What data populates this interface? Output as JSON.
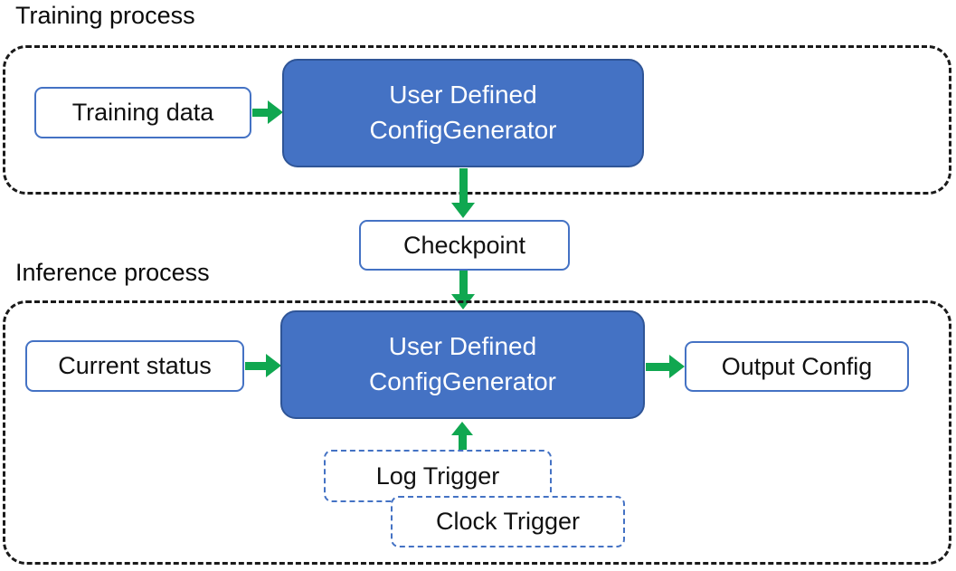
{
  "diagram": {
    "training": {
      "label": "Training process",
      "nodes": {
        "training_data": "Training data",
        "generator": {
          "line1": "User Defined",
          "line2": "ConfigGenerator"
        }
      }
    },
    "checkpoint": "Checkpoint",
    "inference": {
      "label": "Inference process",
      "nodes": {
        "current_status": "Current status",
        "generator": {
          "line1": "User Defined",
          "line2": "ConfigGenerator"
        },
        "output_config": "Output Config",
        "log_trigger": "Log Trigger",
        "clock_trigger": "Clock Trigger"
      }
    },
    "colors": {
      "node_fill": "#4472C4",
      "node_border": "#2F5597",
      "outline_blue": "#4472C4",
      "arrow_green": "#10A750",
      "container_dash": "#1A1A1A",
      "text_dark": "#111111",
      "text_light": "#FFFFFF"
    }
  }
}
